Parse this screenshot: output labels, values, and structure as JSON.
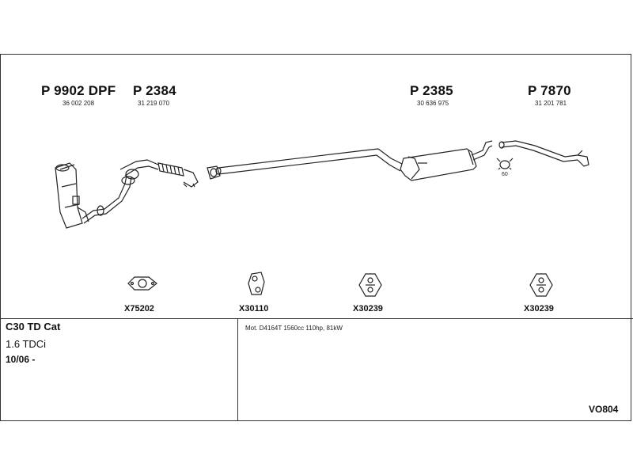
{
  "parts": [
    {
      "code": "P 9902 DPF",
      "number": "36 002 208"
    },
    {
      "code": "P 2384",
      "number": "31 219 070"
    },
    {
      "code": "P 2385",
      "number": "30 636 975"
    },
    {
      "code": "P 7870",
      "number": "31 201 781"
    }
  ],
  "clamp_label": "60",
  "accessories": [
    {
      "code": "X75202",
      "icon": "gasket-icon"
    },
    {
      "code": "X30110",
      "icon": "rubber-hanger-icon"
    },
    {
      "code": "X30239",
      "icon": "rubber-mount-icon"
    },
    {
      "code": "X30239",
      "icon": "rubber-mount-icon"
    }
  ],
  "vehicle": {
    "model": "C30 TD Cat",
    "engine": "1.6 TDCi",
    "date": "10/06 -"
  },
  "motor_text": "Mot. D4164T 1560cc 110hp, 81kW",
  "reference": "VO804"
}
